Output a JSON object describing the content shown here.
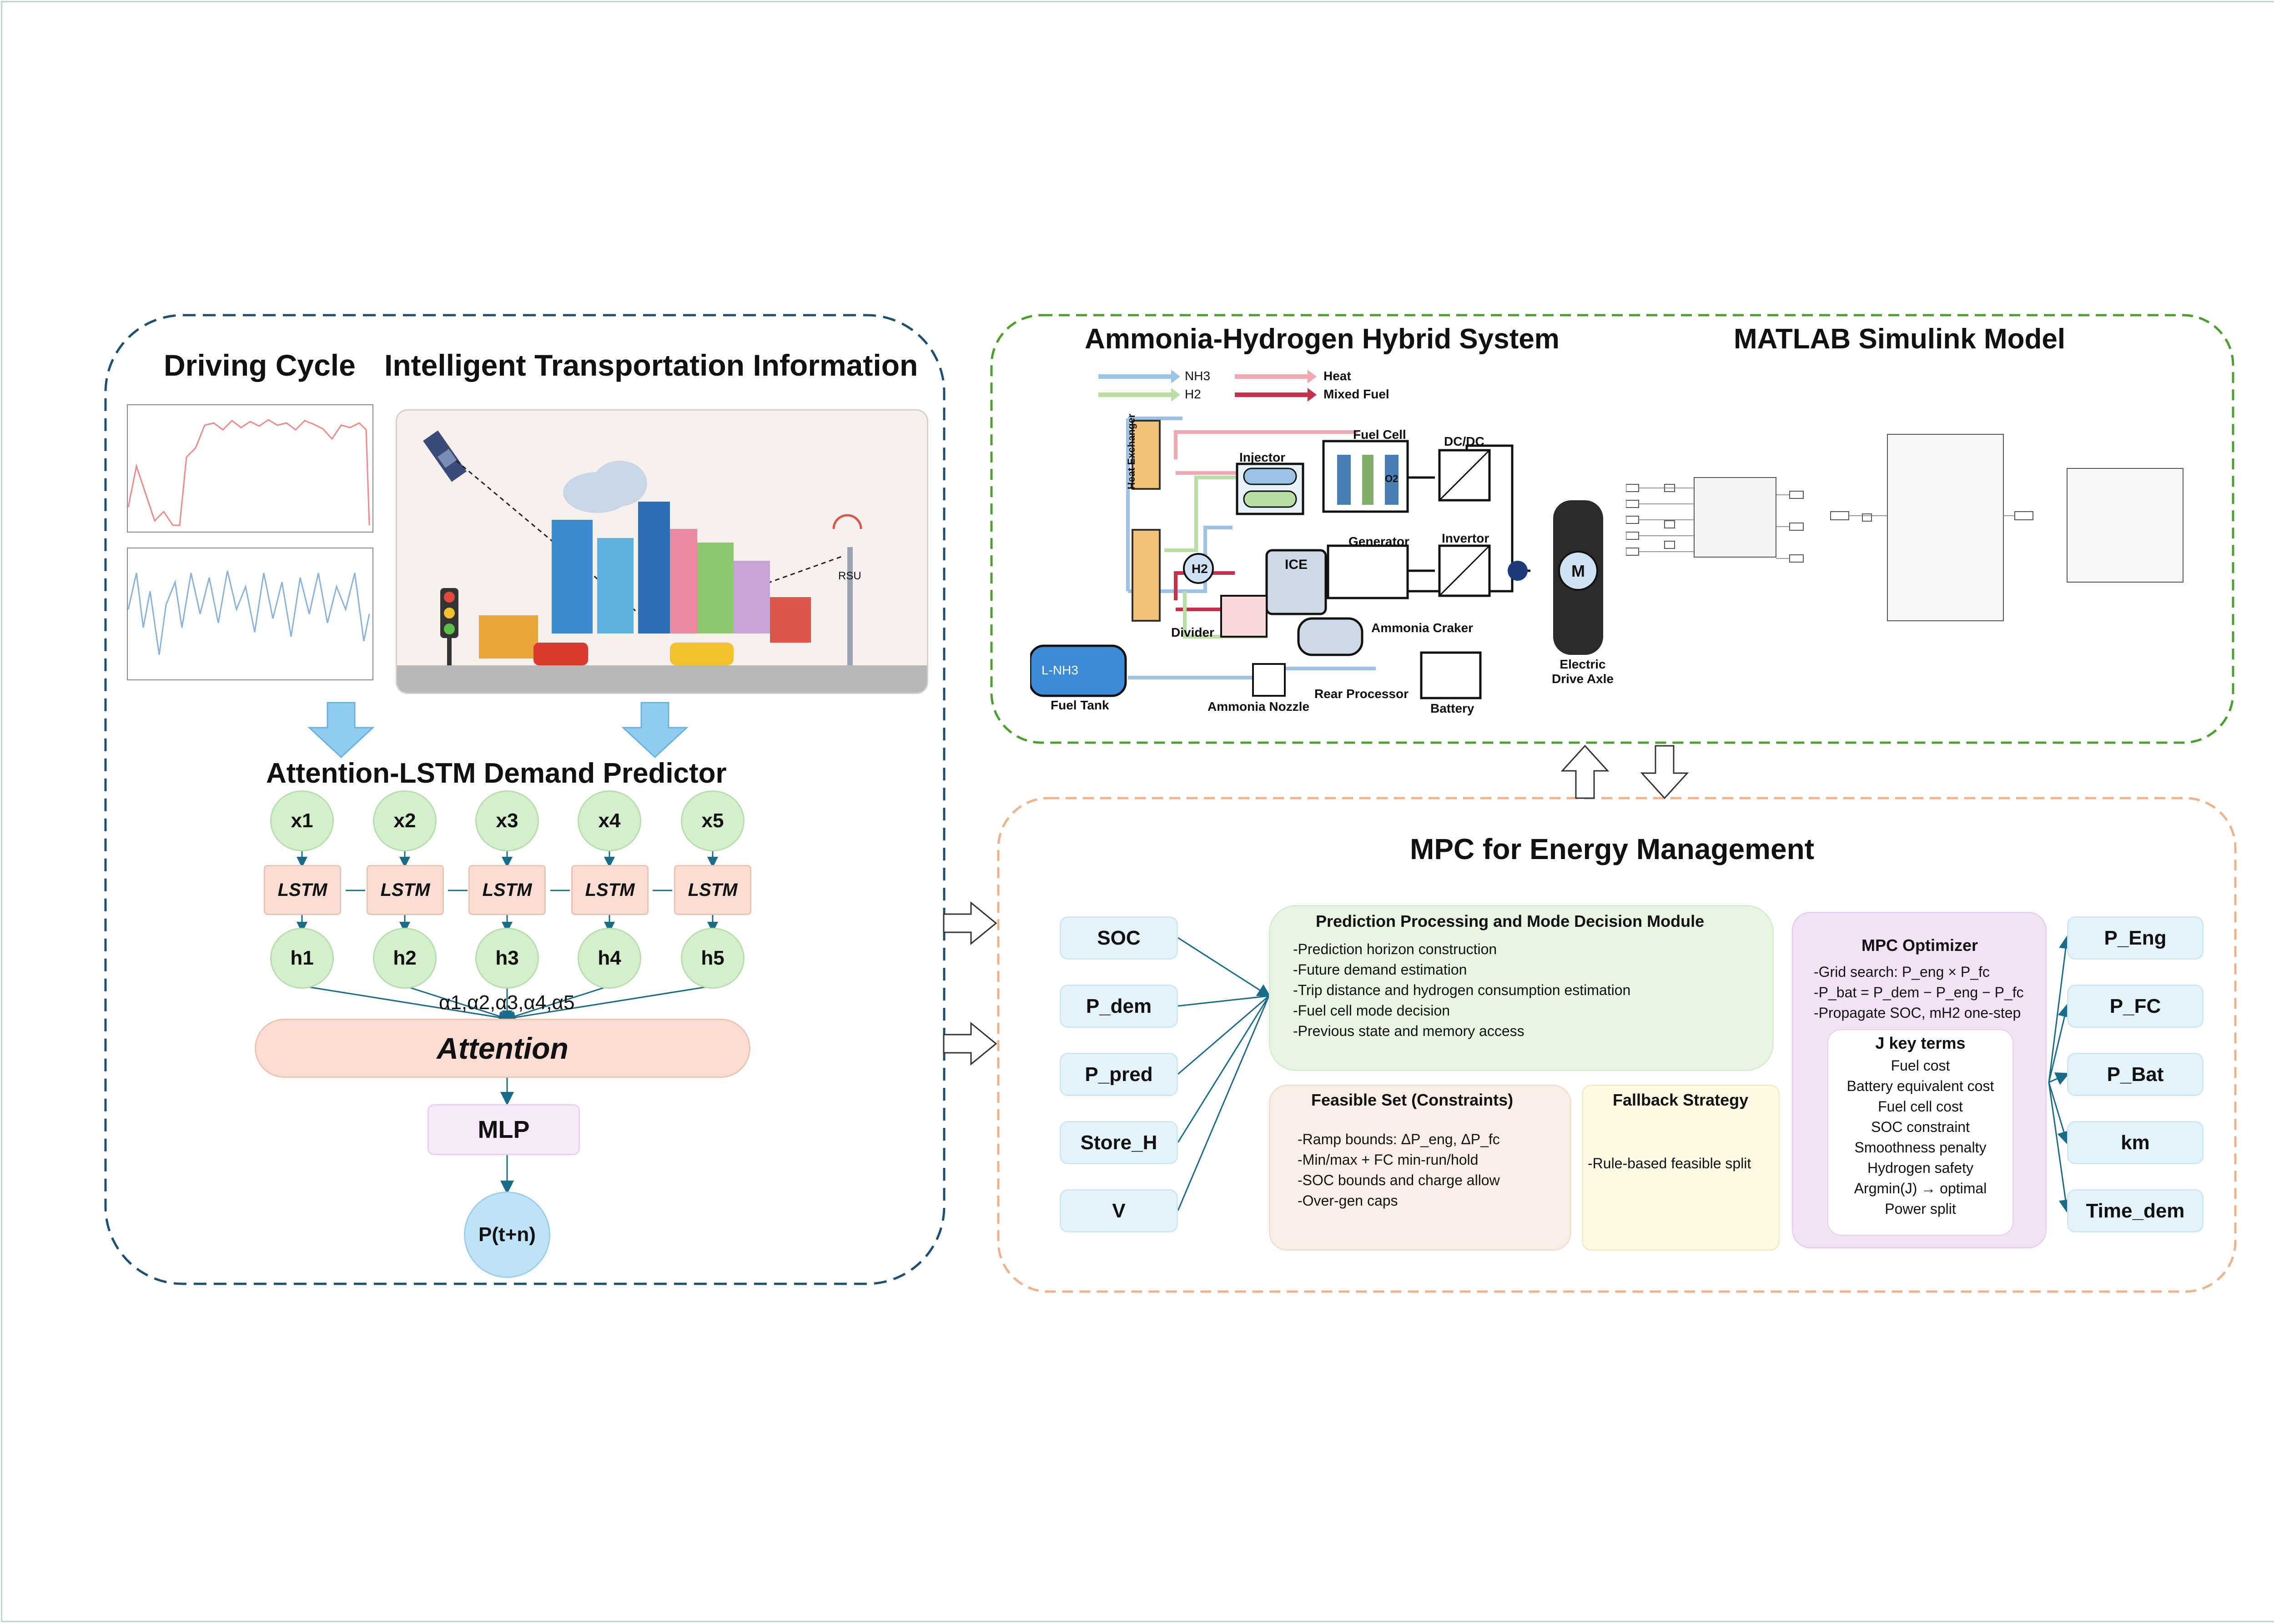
{
  "left_panel": {
    "driving_cycle_title": "Driving Cycle",
    "its_title": "Intelligent Transportation Information",
    "rsu_label": "RSU",
    "predictor_title": "Attention-LSTM Demand Predictor",
    "inputs": [
      "x1",
      "x2",
      "x3",
      "x4",
      "x5"
    ],
    "lstm_label": "LSTM",
    "hidden": [
      "h1",
      "h2",
      "h3",
      "h4",
      "h5"
    ],
    "alpha_label": "α1,α2,α3,α4,α5",
    "attention_label": "Attention",
    "mlp_label": "MLP",
    "output_label": "P(t+n)"
  },
  "top_panel": {
    "system_title": "Ammonia-Hydrogen Hybrid System",
    "simulink_title": "MATLAB Simulink Model",
    "legend": {
      "nh3": "NH3",
      "h2": "H2",
      "heat": "Heat",
      "mixed": "Mixed Fuel"
    },
    "components": {
      "heat_exchanger": "Heat Exchanger",
      "injector": "Injector",
      "fuel_cell": "Fuel Cell",
      "dcdc": "DC/DC",
      "generator": "Generator",
      "invertor": "Invertor",
      "ice": "ICE",
      "divider": "Divider",
      "ammonia_craker": "Ammonia Craker",
      "fuel_tank": "Fuel Tank",
      "lnh3": "L-NH3",
      "ammonia_nozzle": "Ammonia Nozzle",
      "rear_processor": "Rear Processor",
      "battery": "Battery",
      "drive_axle": "Electric Drive Axle",
      "motor": "M",
      "h2": "H2",
      "o2": "O2"
    }
  },
  "mpc_panel": {
    "title": "MPC for Energy Management",
    "inputs": [
      "SOC",
      "P_dem",
      "P_pred",
      "Store_H",
      "V"
    ],
    "outputs": [
      "P_Eng",
      "P_FC",
      "P_Bat",
      "km",
      "Time_dem"
    ],
    "prediction_module": {
      "title": "Prediction Processing and Mode Decision Module",
      "lines": [
        "-Prediction horizon construction",
        "-Future demand estimation",
        "-Trip distance and hydrogen consumption estimation",
        "-Fuel cell mode decision",
        "-Previous state and memory access"
      ]
    },
    "feasible_set": {
      "title": "Feasible Set (Constraints)",
      "lines": [
        "-Ramp bounds: ΔP_eng, ΔP_fc",
        "-Min/max + FC min-run/hold",
        "-SOC bounds and charge allow",
        "-Over-gen caps"
      ]
    },
    "fallback": {
      "title": "Fallback  Strategy",
      "lines": [
        "-Rule-based feasible split"
      ]
    },
    "optimizer": {
      "title": "MPC Optimizer",
      "lines": [
        "-Grid search: P_eng × P_fc",
        "-P_bat = P_dem − P_eng − P_fc",
        "-Propagate SOC, mH2 one-step"
      ],
      "j_title": "J key terms",
      "j_lines": [
        "Fuel cost",
        "Battery equivalent cost",
        "Fuel cell cost",
        "SOC constraint",
        "Smoothness penalty",
        "Hydrogen safety",
        "Argmin(J) → optimal",
        "Power split"
      ]
    }
  },
  "colors": {
    "left_border": "#1d4e73",
    "top_border": "#4aa02c",
    "mpc_border": "#f0b28a",
    "arrow_blue": "#8ecdf0",
    "node_green": "#d5efcd",
    "lstm_fill": "#f9ddd3",
    "io_fill": "#e4f3fb"
  }
}
